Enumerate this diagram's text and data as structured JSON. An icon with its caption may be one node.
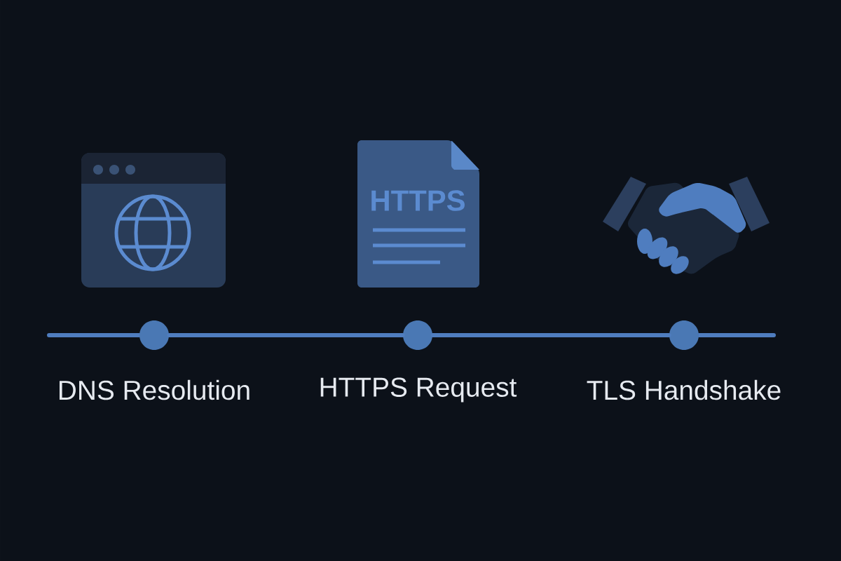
{
  "diagram": {
    "nodes": [
      {
        "text": [
          "DNS Resolution"
        ]
      },
      {
        "text": [
          "HTTPS Request"
        ]
      },
      {
        "text": [
          "TLS Handshake"
        ]
      }
    ],
    "edges": [
      {
        "from": 0,
        "to": 1,
        "arrow": "none"
      },
      {
        "from": 1,
        "to": 2,
        "arrow": "none"
      }
    ],
    "labels": [
      "HTTPS"
    ]
  }
}
